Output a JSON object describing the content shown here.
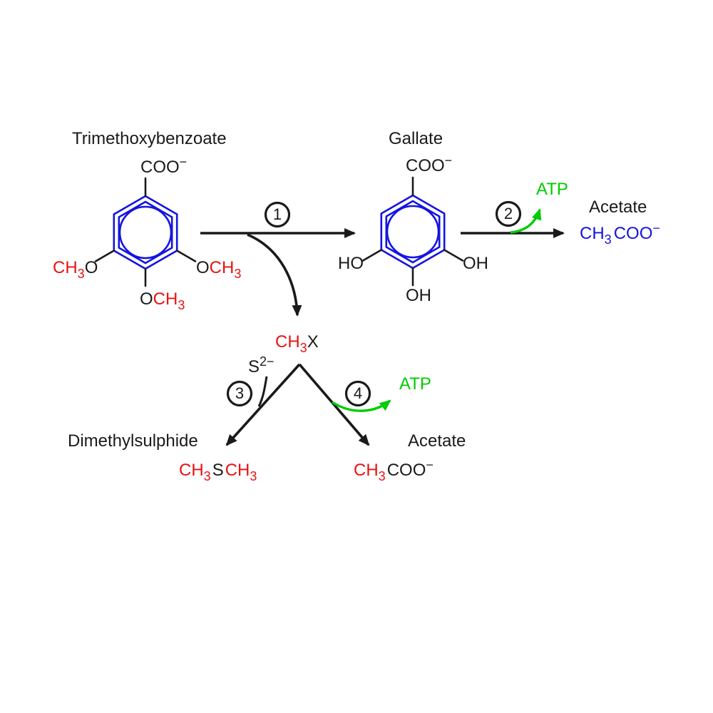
{
  "figure": {
    "type": "metabolic-pathway-diagram",
    "colors": {
      "ink": "#1a1a1a",
      "red": "#e81212",
      "blue": "#1414e0",
      "green": "#00cc00",
      "background": "#ffffff"
    }
  },
  "compounds": {
    "trimethoxybenzoate": {
      "title": "Trimethoxybenzoate",
      "carboxylate": {
        "group": "COO",
        "charge": "−"
      },
      "methoxy_left": {
        "ch": "CH",
        "sub": "3",
        "o": "O"
      },
      "methoxy_right": {
        "o": "O",
        "ch": "CH",
        "sub": "3"
      },
      "methoxy_bottom": {
        "o": "O",
        "ch": "CH",
        "sub": "3"
      }
    },
    "gallate": {
      "title": "Gallate",
      "carboxylate": {
        "group": "COO",
        "charge": "−"
      },
      "hydroxyl_left": "HO",
      "hydroxyl_right": "OH",
      "hydroxyl_bottom": "OH"
    },
    "acetate_top": {
      "title": "Acetate",
      "formula": {
        "ch": "CH",
        "sub": "3",
        "group": "COO",
        "charge": "−"
      }
    },
    "methyl_intermediate": {
      "ch": "CH",
      "sub": "3",
      "carrier": "X"
    },
    "sulphide_ion": {
      "s": "S",
      "charge": "2−"
    },
    "dimethylsulphide": {
      "title": "Dimethylsulphide",
      "formula": {
        "ch1": "CH",
        "sub1": "3",
        "s": "S",
        "ch2": "CH",
        "sub2": "3"
      }
    },
    "acetate_bottom": {
      "title": "Acetate",
      "formula": {
        "ch": "CH",
        "sub": "3",
        "group": "COO",
        "charge": "−"
      }
    }
  },
  "steps": {
    "step1": "1",
    "step2": "2",
    "step3": "3",
    "step4": "4"
  },
  "cofactors": {
    "atp_step2": "ATP",
    "atp_step4": "ATP"
  }
}
